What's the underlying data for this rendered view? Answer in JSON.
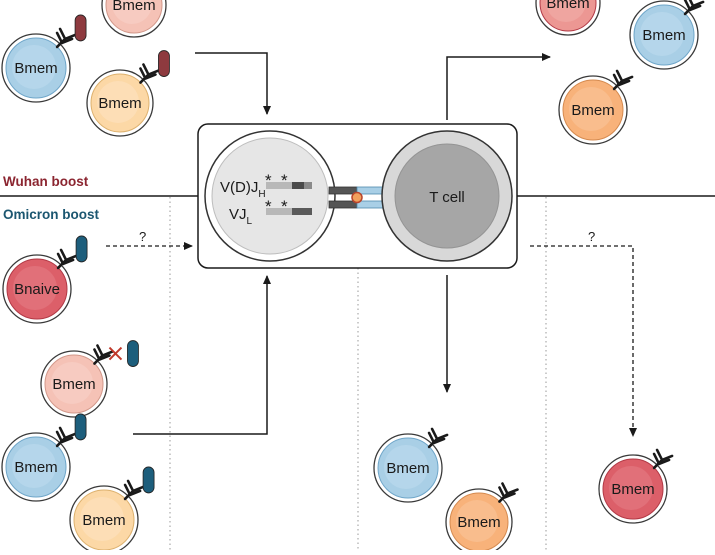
{
  "sections": {
    "wuhan_label": "Wuhan boost",
    "omicron_label": "Omicron boost"
  },
  "labels": {
    "bmem": "Bmem",
    "bnaive": "Bnaive",
    "tcell": "T cell",
    "vdj_h_main": "V(D)J",
    "vdj_h_sub": "H",
    "vj_l_main": "VJ",
    "vj_l_sub": "L",
    "asterisk": "*",
    "question": "?"
  },
  "colors": {
    "wuhan": "#8b2530",
    "omicron": "#1b5670",
    "antigen_wuhan": "#8e3a3f",
    "antigen_omicron": "#1d5e7c",
    "blue_fill": "#a9cfe6",
    "blue_stroke": "#6fa6c9",
    "peach_fill": "#fcd8a6",
    "peach_stroke": "#ddb16e",
    "orange_fill": "#f8b27a",
    "orange_stroke": "#d58a4f",
    "pink_fill": "#f5c2b6",
    "pink_stroke": "#d2988a",
    "salmon_fill": "#ec9793",
    "red_fill": "#dc5f69",
    "red_stroke": "#b23945",
    "cross_mark": "#c0392b"
  }
}
